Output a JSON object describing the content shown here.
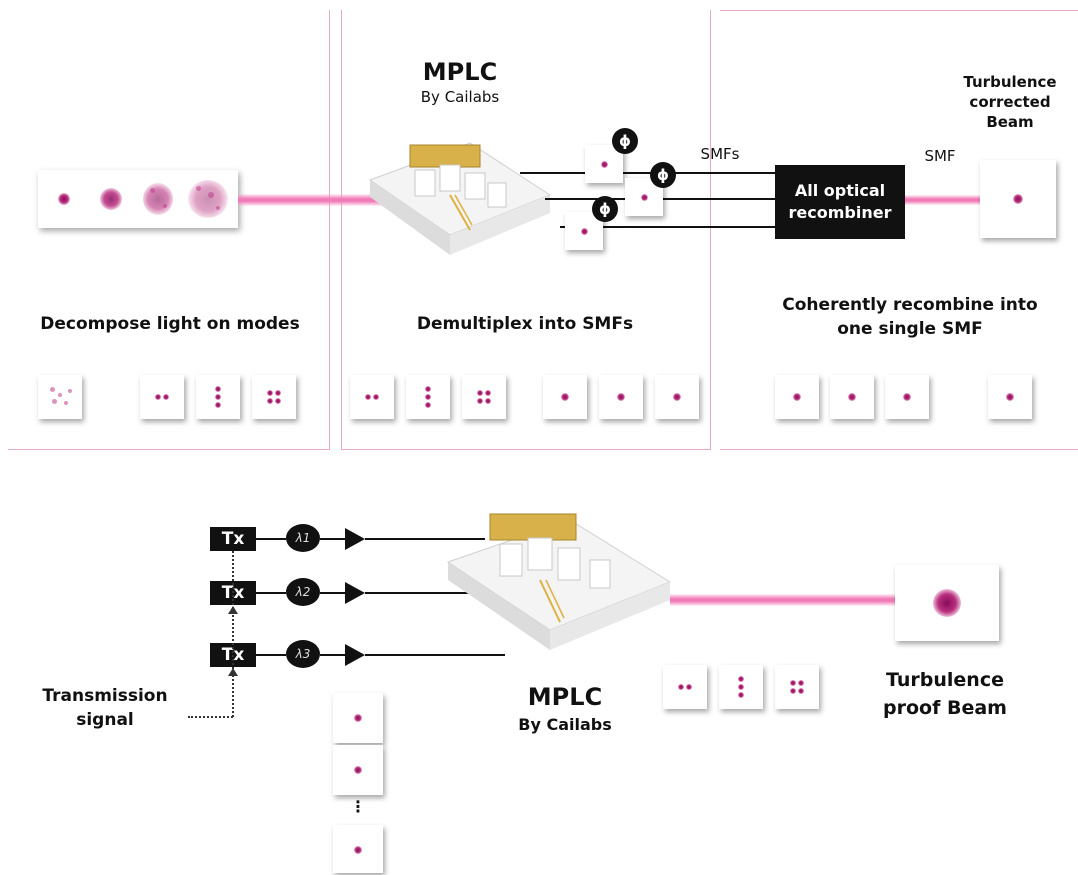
{
  "top": {
    "mplc_title": "MPLC",
    "mplc_subtitle": "By Cailabs",
    "turbulence_corrected": "Turbulence corrected Beam",
    "smfs_label": "SMFs",
    "smf_label": "SMF",
    "recombiner_label": "All optical recombiner",
    "phase_symbol": "ϕ",
    "panel1_caption": "Decompose light on modes",
    "panel2_caption": "Demultiplex into SMFs",
    "panel3_caption": "Coherently recombine into one single SMF"
  },
  "bottom": {
    "tx_label": "Tx",
    "lambdas": [
      "λ1",
      "λ2",
      "λ3"
    ],
    "transmission_signal": "Transmission signal",
    "mplc_title": "MPLC",
    "mplc_subtitle": "By Cailabs",
    "turbulence_proof": "Turbulence proof Beam",
    "ellipsis": "⋮"
  },
  "colors": {
    "beam": "#f07bb7",
    "panel_border": "#e7a9c6",
    "mode_spot": "#8a0a5a",
    "black_box": "#111111"
  }
}
